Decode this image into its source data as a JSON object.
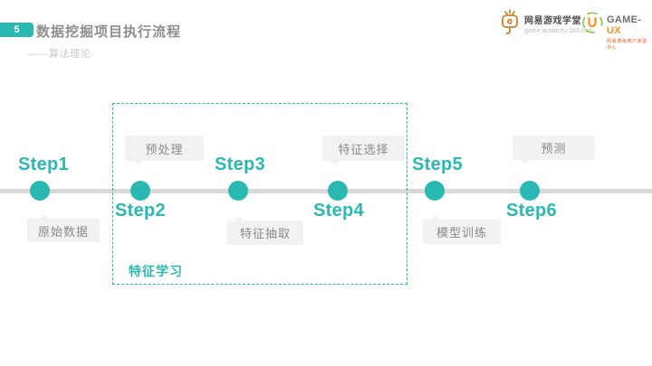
{
  "slide": {
    "page_number": "5",
    "title": "数据挖掘项目执行流程",
    "subtitle": "——算法理论"
  },
  "logos": {
    "netease_academy": {
      "icon": "netease-academy-mascot-icon",
      "name": "网易游戏学堂",
      "url": "game.academy.163.com",
      "icon_color": "#c9862e"
    },
    "game_ux": {
      "icon": "game-ux-swirl-icon",
      "name_gray": "GAME-",
      "name_orange": "UX",
      "subtitle": "网易游戏用户体验中心",
      "green": "#8bc53f",
      "orange": "#f7941d"
    }
  },
  "timeline": {
    "accent_color": "#2ab8b2",
    "line_color": "#d9d9d9",
    "callout_bg": "#f2f2f2",
    "group_label": "特征学习",
    "steps": [
      {
        "label": "Step1",
        "callout": "原始数据",
        "callout_position": "below"
      },
      {
        "label": "Step2",
        "callout": "预处理",
        "callout_position": "above"
      },
      {
        "label": "Step3",
        "callout": "特征抽取",
        "callout_position": "below"
      },
      {
        "label": "Step4",
        "callout": "特征选择",
        "callout_position": "above"
      },
      {
        "label": "Step5",
        "callout": "模型训练",
        "callout_position": "below"
      },
      {
        "label": "Step6",
        "callout": "预测",
        "callout_position": "above"
      }
    ]
  }
}
